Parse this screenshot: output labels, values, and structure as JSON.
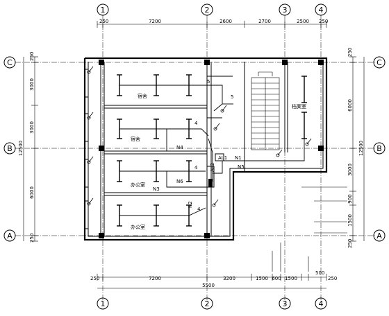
{
  "axes": {
    "columns": [
      "1",
      "2",
      "3",
      "4"
    ],
    "rows": [
      "C",
      "B",
      "A"
    ]
  },
  "dimensions": {
    "top": [
      "250",
      "7200",
      "2600",
      "2700",
      "2500",
      "250"
    ],
    "bottom": [
      "250",
      "7200",
      "3200",
      "1500",
      "600",
      "1500",
      "500",
      "250"
    ],
    "bottom_total": "5500",
    "left": [
      "250",
      "3000",
      "3000",
      "6000",
      "250"
    ],
    "left_total": "12500",
    "right": [
      "250",
      "6000",
      "3000",
      "900",
      "1500",
      "250"
    ],
    "right_total": "12500"
  },
  "rooms": {
    "room1": "宿舍",
    "room2": "宿舍",
    "room3": "办公室",
    "room4": "办公室",
    "room5": "档案室"
  },
  "circuits": {
    "n1": "N1",
    "n2": "N2",
    "n3": "N3",
    "n4": "N4",
    "n5": "N5",
    "n6": "N6",
    "panel": "AL2",
    "panel2": "AL1",
    "num5a": "5",
    "num5b": "5",
    "num4a": "4",
    "num4b": "4",
    "num4c": "4"
  }
}
